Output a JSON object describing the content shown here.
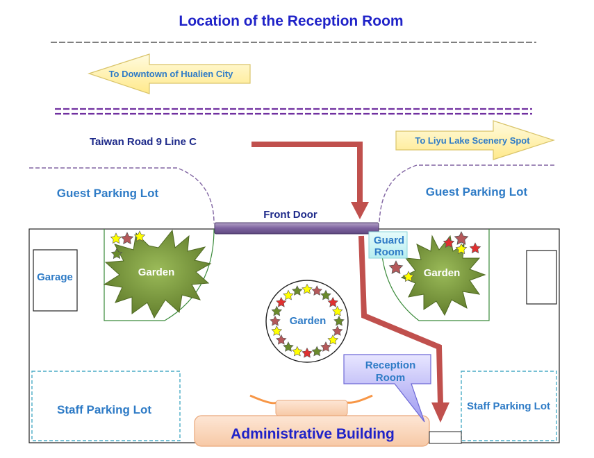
{
  "title": "Location of the Reception Room",
  "arrows": {
    "downtown": "To Downtown of Hualien City",
    "liyu": "To Liyu Lake Scenery Spot"
  },
  "road": "Taiwan Road 9  Line C",
  "labels": {
    "guest_parking_left": "Guest Parking Lot",
    "guest_parking_right": "Guest Parking Lot",
    "front_door": "Front Door",
    "guard_room_1": "Guard",
    "guard_room_2": "Room",
    "garage": "Garage",
    "garden_left": "Garden",
    "garden_right": "Garden",
    "garden_center": "Garden",
    "staff_parking_left": "Staff Parking Lot",
    "staff_parking_right": "Staff Parking Lot",
    "reception_1": "Reception",
    "reception_2": "Room",
    "admin_building": "Administrative Building"
  },
  "colors": {
    "title": "#1f22c8",
    "label_blue": "#2e7bc6",
    "route": "#c0504d",
    "front_door": "#8064a2",
    "garden_green": "#77933c",
    "star_yellow": "#ffff00",
    "star_red": "#e03030",
    "star_rose": "#b5585a",
    "star_green": "#6a8a2c",
    "arrow_fill": "#fff7b0",
    "admin_fill": "#fbdcc4"
  }
}
